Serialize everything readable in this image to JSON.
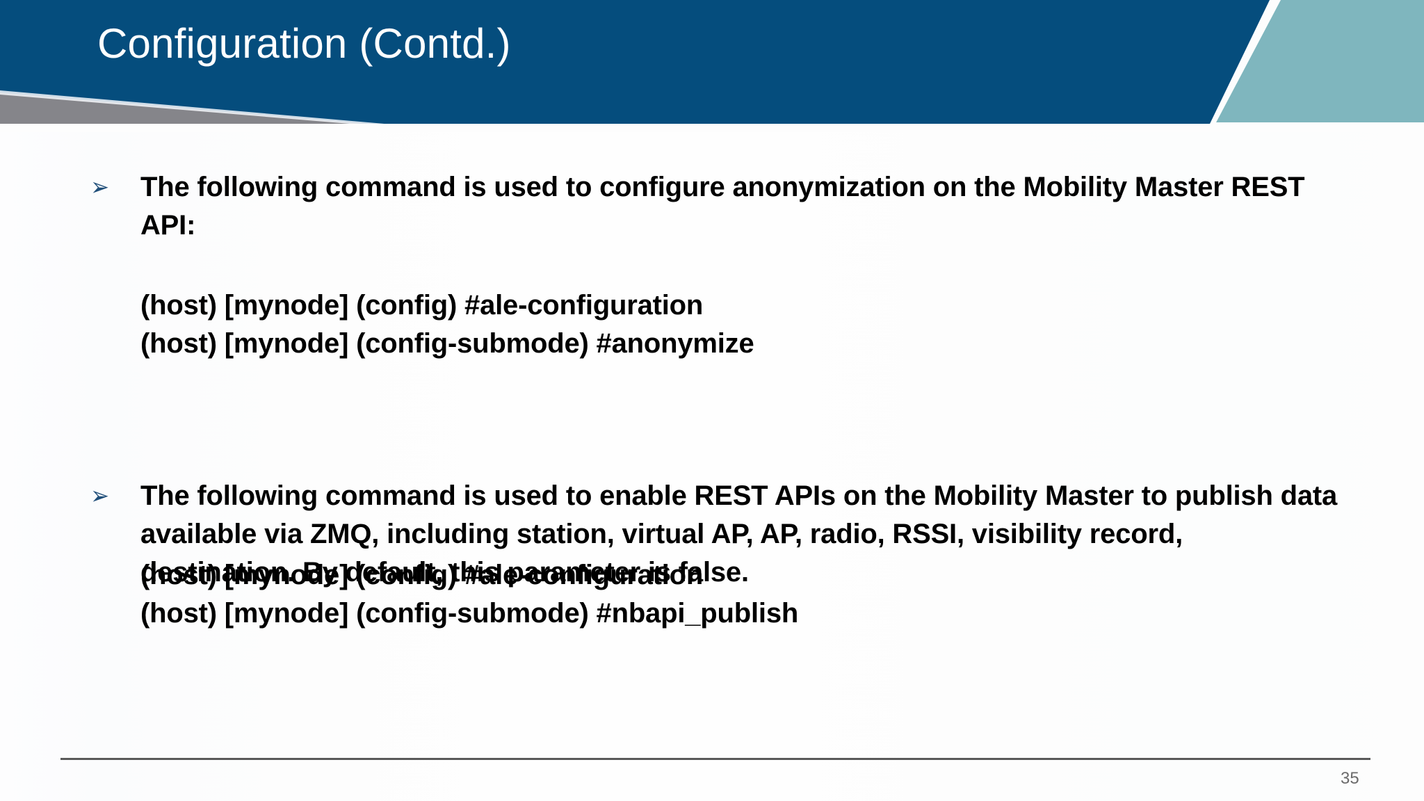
{
  "slide": {
    "title": "Configuration (Contd.)",
    "page_number": "35"
  },
  "theme": {
    "banner_blue": "#054d7d",
    "accent_teal": "#7fb6be",
    "accent_gray": "#85858a",
    "title_color": "#ffffff",
    "body_text_color": "#000000",
    "bullet_color": "#1f4e79",
    "footer_rule_color": "#595959",
    "page_number_color": "#6b6b6b",
    "background": "#fdfdfd"
  },
  "content": {
    "bullet_glyph": "➢",
    "blocks": [
      {
        "id": "bullet1",
        "kind": "bullet",
        "text": "The following command is used to configure anonymization on the Mobility Master REST API:"
      },
      {
        "id": "code1",
        "kind": "code",
        "lines": [
          "(host) [mynode] (config) #ale-configuration",
          "(host) [mynode] (config-submode) #anonymize"
        ]
      },
      {
        "id": "bullet2",
        "kind": "bullet",
        "text": "The following command is used to enable REST APIs on the Mobility Master to publish data available via ZMQ, including station, virtual AP, AP, radio, RSSI, visibility record, destination. By default, this parameter is false."
      },
      {
        "id": "code2",
        "kind": "code",
        "lines": [
          "(host) [mynode] (config) #ale-configuration",
          "(host) [mynode] (config-submode) #nbapi_publish"
        ]
      }
    ]
  }
}
